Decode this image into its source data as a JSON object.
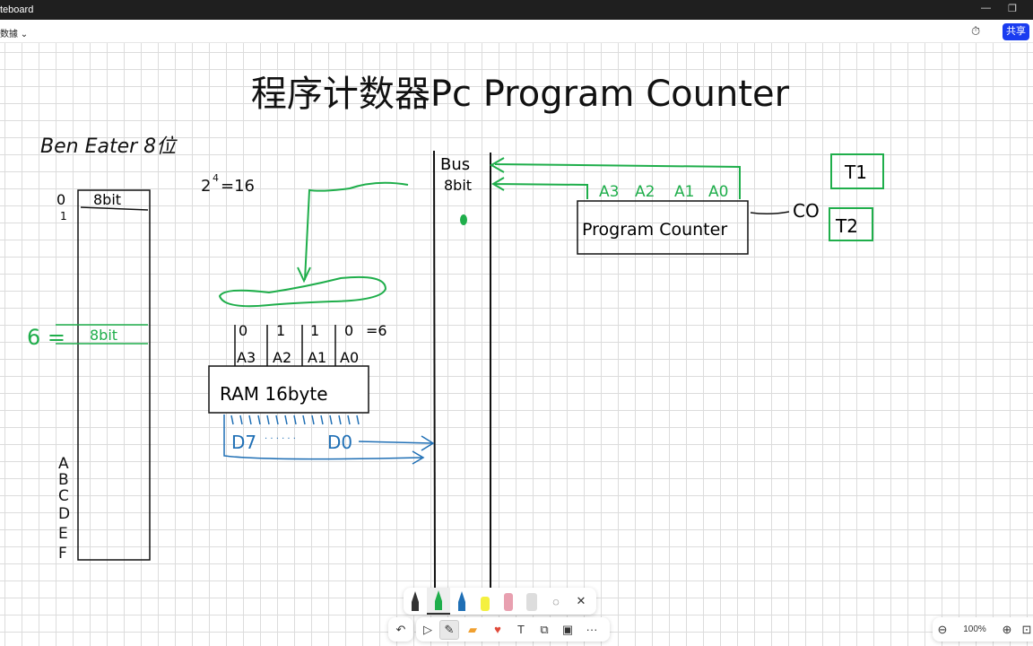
{
  "window": {
    "title": "teboard",
    "minimize": "—",
    "restore": "❐"
  },
  "menubar": {
    "file_label": "数據",
    "chevron": "⌄",
    "timer_icon": "⏱",
    "share_label": "共享"
  },
  "board": {
    "title": "程序计数器Pc Program Counter",
    "ben_eater": "Ben Eater 8位",
    "power": "2",
    "power_exp": "4",
    "power_rest": "=16",
    "mem_row0": "0",
    "mem_row1": "1",
    "mem_8bit_top": "8bit",
    "mem_six": "6 =",
    "mem_8bit_six": "8bit",
    "mem_letters": [
      "A",
      "B",
      "C",
      "D",
      "E",
      "F"
    ],
    "bus_label": "Bus",
    "bus_width": "8bit",
    "pc_label": "Program Counter",
    "pc_address": [
      "A3",
      "A2",
      "A1",
      "A0"
    ],
    "co_label": "CO",
    "t1_label": "T1",
    "t2_label": "T2",
    "ram_label": "RAM 16byte",
    "ram_bits": [
      "0",
      "1",
      "1",
      "0"
    ],
    "ram_eq": "=6",
    "ram_address": [
      "A3",
      "A2",
      "A1",
      "A0"
    ],
    "data_d7": "D7",
    "data_dots": "· · · · · ·",
    "data_d0": "D0"
  },
  "colors": {
    "ink": "#111111",
    "green": "#1fae4b",
    "blue": "#1f6fb5"
  },
  "pen_toolbar": {
    "pens": [
      "black-pen",
      "green-pen",
      "blue-pen",
      "yellow-highlighter",
      "eraser",
      "ruler"
    ],
    "lasso": "◌",
    "close": "✕"
  },
  "main_toolbar": {
    "undo": "↶",
    "select": "▷",
    "ink": "✎",
    "sticky": "▰",
    "reaction": "♥",
    "text": "T",
    "shapes": "⧉",
    "template": "▣",
    "more": "···"
  },
  "zoom": {
    "out": "⊖",
    "level": "100%",
    "in": "⊕",
    "fit": "⊡"
  }
}
